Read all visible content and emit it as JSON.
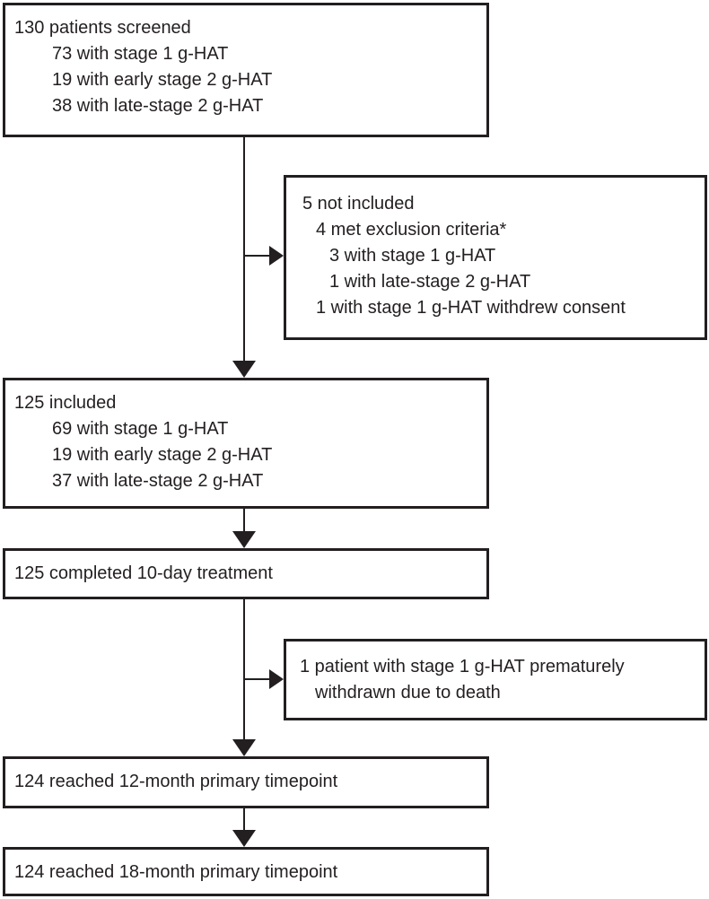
{
  "colors": {
    "ink": "#231f20",
    "background": "#ffffff"
  },
  "flow": {
    "screened": {
      "title": "130 patients screened",
      "items": [
        "73 with stage 1 g-HAT",
        "19 with early stage 2 g-HAT",
        "38 with late-stage 2 g-HAT"
      ]
    },
    "not_included": {
      "title": "5 not included",
      "exclusion": "4 met exclusion criteria*",
      "exclusion_items": [
        "3 with stage 1 g-HAT",
        "1 with late-stage 2 g-HAT"
      ],
      "withdrew_consent": "1 with stage 1 g-HAT withdrew consent"
    },
    "included": {
      "title": "125 included",
      "items": [
        "69 with stage 1 g-HAT",
        "19 with early stage 2 g-HAT",
        "37 with late-stage 2 g-HAT"
      ]
    },
    "completed_treatment": {
      "title": "125 completed 10-day treatment"
    },
    "withdrawn_death": {
      "line1": "1 patient with stage 1 g-HAT prematurely",
      "line2": "withdrawn due to death"
    },
    "timepoint_12": {
      "title": "124 reached 12-month primary timepoint"
    },
    "timepoint_18": {
      "title": "124 reached 18-month primary timepoint"
    }
  }
}
